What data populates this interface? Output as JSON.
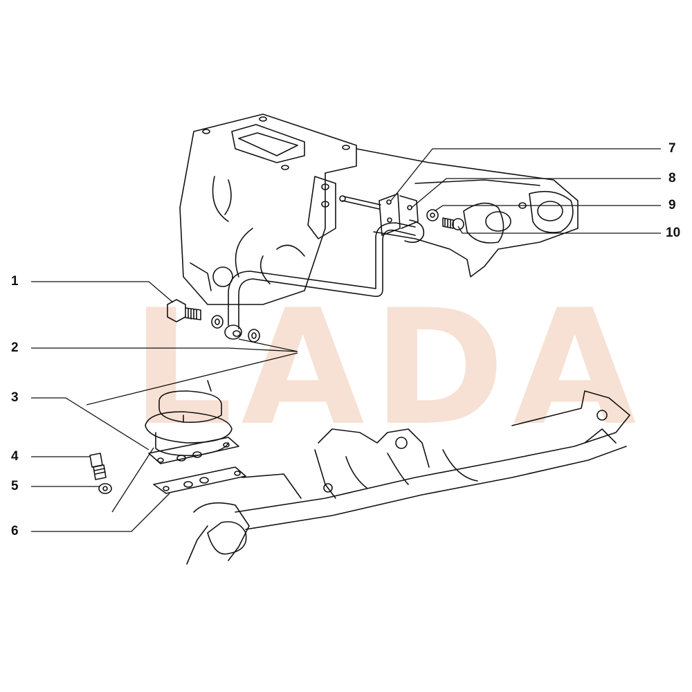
{
  "watermark": "LADA",
  "callouts": [
    "1",
    "2",
    "3",
    "4",
    "5",
    "6",
    "7",
    "8",
    "9",
    "10"
  ]
}
